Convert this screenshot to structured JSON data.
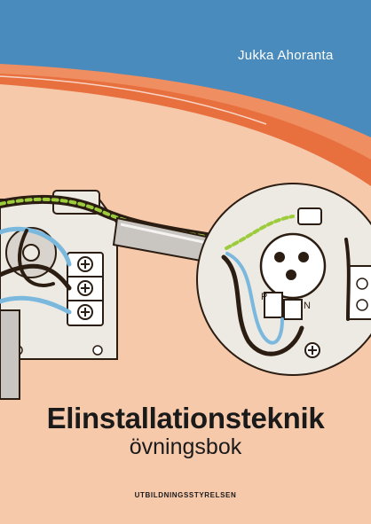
{
  "book": {
    "author": "Jukka Ahoranta",
    "title": "Elinstallationsteknik",
    "subtitle": "övningsbok",
    "publisher": "UTBILDNINGSSTYRELSEN"
  },
  "colors": {
    "sky_blue": "#4a8bbd",
    "orange_band": "#e8703f",
    "peach_background": "#f7c9ab",
    "wire_blue": "#7ab8dd",
    "wire_brown": "#2b1d12",
    "wire_earth": "#9ccc3c"
  },
  "illustration": {
    "left_box_icon": "junction-box-icon",
    "right_box_icon": "socket-outlet-icon",
    "conduit_icon": "conduit-pipe-icon",
    "terminal_icon": "screw-terminal-icon",
    "terminal_labels": {
      "phase": "P",
      "neutral": "N"
    }
  }
}
